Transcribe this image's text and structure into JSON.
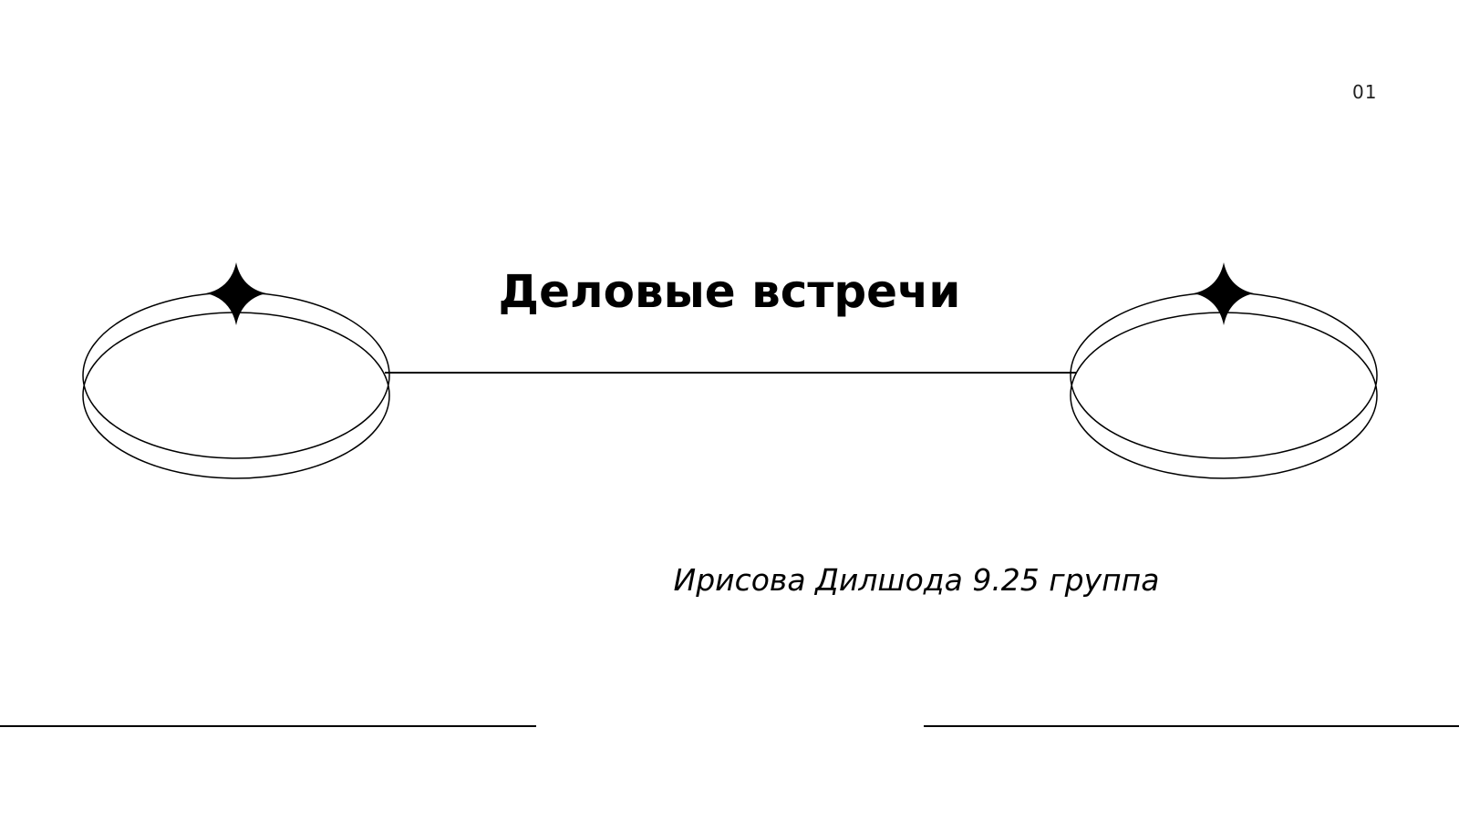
{
  "slide": {
    "page_number": "01",
    "title": "Деловые встречи",
    "subtitle": "Ирисова Дилшода 9.25 группа"
  },
  "decor": {
    "left_ring_icon": "ring-icon",
    "right_ring_icon": "ring-icon",
    "sparkle_icon": "four-point-star-icon",
    "ink_color": "#000000",
    "background_color": "#ffffff"
  }
}
